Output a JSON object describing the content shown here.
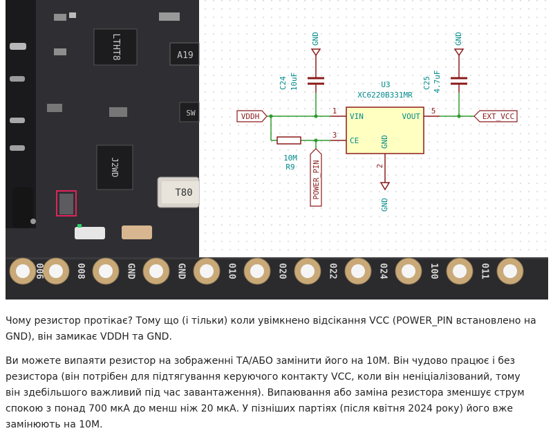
{
  "photo": {
    "chip_markings": [
      "LTHT8",
      "A19",
      "SW",
      "J2WD",
      "T80"
    ],
    "pin_labels": [
      "006",
      "008",
      "GND",
      "GND",
      "010",
      "020",
      "022",
      "024",
      "100",
      "011"
    ]
  },
  "schematic": {
    "labels": {
      "c24_ref": "C24",
      "c24_value": "10uF",
      "c25_ref": "C25",
      "c25_value": "4.7uF",
      "gnd": "GND",
      "u3_ref": "U3",
      "u3_part": "XC6220B331MR",
      "vin": "VIN",
      "vout": "VOUT",
      "ce": "CE",
      "ic_gnd": "GND",
      "pin1": "1",
      "pin2": "2",
      "pin3": "3",
      "pin5": "5",
      "vddh": "VDDH",
      "ext_vcc": "EXT_VCC",
      "r9_value": "10M",
      "r9_ref": "R9",
      "power_pin": "POWER_PIN"
    },
    "colors": {
      "wire": "#2e9a2e",
      "component": "#8b1a1a",
      "text": "#008a8a",
      "ic_fill": "#ffffc2",
      "grid_dot": "#c8c8c8"
    }
  },
  "article": {
    "paragraph_1": "Чому резистор протікає? Тому що (і тільки) коли увімкнено відсікання VCC (POWER_PIN встановлено на GND), він замикає VDDH та GND.",
    "paragraph_2": "Ви можете випаяти резистор на зображенні ТА/АБО замінити його на 10M. Він чудово працює і без резистора (він потрібен для підтягування керуючого контакту VCC, коли він неніціалізований, тому він здебільшого важливий під час завантаження). Випаювання або заміна резистора зменшує струм спокою з понад 700 мкА до менш ніж 20 мкА. У пізніших партіях (після квітня 2024 року) його вже замінюють на 10M."
  }
}
